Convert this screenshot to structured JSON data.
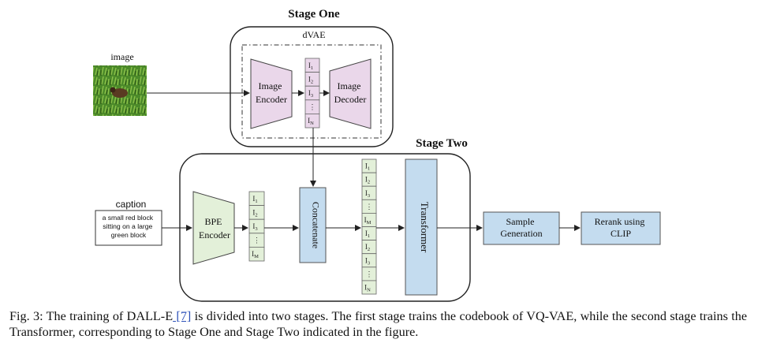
{
  "stage_one": {
    "title": "Stage One",
    "dvae_label": "dVAE",
    "image_label": "image",
    "image_encoder": [
      "Image",
      "Encoder"
    ],
    "image_decoder": [
      "Image",
      "Decoder"
    ]
  },
  "stage_two": {
    "title": "Stage Two",
    "caption_label": "caption",
    "caption_text": [
      "a small red block",
      "sitting on a large",
      "green block"
    ],
    "bpe_encoder": [
      "BPE",
      "Encoder"
    ],
    "concatenate": "Concatenate",
    "transformer": "Transformer",
    "sample_generation": [
      "Sample",
      "Generation"
    ],
    "rerank": [
      "Rerank using",
      "CLIP"
    ]
  },
  "tokens": {
    "image_tokens": [
      "I",
      "I",
      "I",
      "⋮",
      "I"
    ],
    "image_token_subs": [
      "1",
      "2",
      "3",
      "",
      "N"
    ],
    "text_tokens": [
      "I",
      "I",
      "I",
      "⋮",
      "I"
    ],
    "text_token_subs": [
      "1",
      "2",
      "3",
      "",
      "M"
    ]
  },
  "colors": {
    "encoder_fill": "#ead7ea",
    "bpe_fill": "#e3f0d9",
    "blue_fill": "#c4dcef",
    "token_fill": "#e3f0d9",
    "pink_token_fill": "#ead7ea"
  },
  "figure_caption": {
    "prefix": "Fig. 3: The training of DALL-E",
    "ref": " [7]",
    "suffix": " is divided into two stages. The first stage trains the codebook of VQ-VAE, while the second stage trains the Transformer, corresponding to Stage One and Stage Two indicated in the figure."
  }
}
